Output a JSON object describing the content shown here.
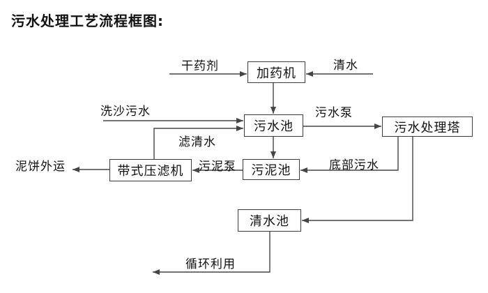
{
  "title": "污水处理工艺流程框图:",
  "nodes": {
    "dosing_machine": "加药机",
    "sewage_pool": "污水池",
    "treatment_tower": "污水处理塔",
    "sludge_pool": "污泥池",
    "belt_filter_press": "带式压滤机",
    "clean_water_pool": "清水池"
  },
  "flows": {
    "dry_chemical": "干药剂",
    "clean_water_in": "清水",
    "sand_wash_sewage": "洗沙污水",
    "sewage_pump": "污水泵",
    "filtered_water": "滤清水",
    "sludge_pump": "污泥泵",
    "bottom_sewage": "底部污水",
    "mud_cake_out": "泥饼外运",
    "recycle_use": "循环利用"
  },
  "colors": {
    "line": "#454545",
    "box_border": "#3d3d3d",
    "text": "#111111",
    "background": "#ffffff"
  }
}
